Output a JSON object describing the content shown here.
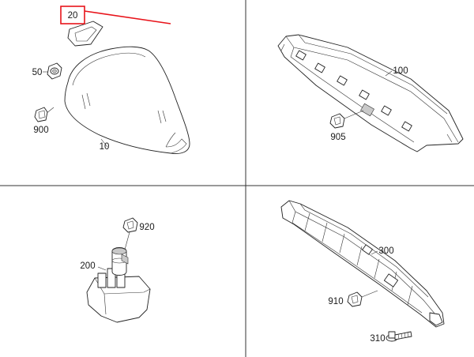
{
  "labels": {
    "p20": "20",
    "p10": "10",
    "p50": "50",
    "p900": "900",
    "p100": "100",
    "p905": "905",
    "p920": "920",
    "p200": "200",
    "p300": "300",
    "p910": "910",
    "p310": "310"
  },
  "highlight": {
    "label": "20",
    "color": "#e8141b"
  }
}
